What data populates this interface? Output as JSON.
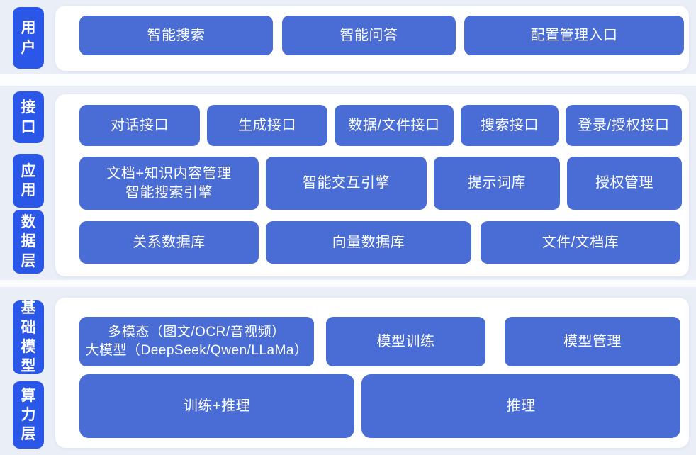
{
  "colors": {
    "page-bg": "#e9eef7",
    "panel-bg": "#ffffff",
    "node-bg": "#4a6dd5",
    "label-bg": "#2b57e8",
    "node-text": "#ffffff"
  },
  "layers": {
    "user": {
      "label": "用户"
    },
    "interface": {
      "label": "接口"
    },
    "application": {
      "label": "应用"
    },
    "data": {
      "label": "数据层"
    },
    "foundation": {
      "label": "基础模型"
    },
    "compute": {
      "label": "算力层"
    }
  },
  "nodes": {
    "smart_search": "智能搜索",
    "smart_qa": "智能问答",
    "config_entry": "配置管理入口",
    "dialog_api": "对话接口",
    "gen_api": "生成接口",
    "data_file_api": "数据/文件接口",
    "search_api": "搜索接口",
    "login_auth_api": "登录/授权接口",
    "doc_km": {
      "line1": "文档+知识内容管理",
      "line2": "智能搜索引擎"
    },
    "interactive_engine": "智能交互引擎",
    "prompt_lib": "提示词库",
    "auth_mgmt": "授权管理",
    "rel_db": "关系数据库",
    "vector_db": "向量数据库",
    "file_doc_lib": "文件/文档库",
    "multimodal": {
      "line1": "多模态（图文/OCR/音视频）",
      "line2": "大模型（DeepSeek/Qwen/LLaMa）"
    },
    "model_training": "模型训练",
    "model_mgmt": "模型管理",
    "train_infer": "训练+推理",
    "infer": "推理"
  }
}
